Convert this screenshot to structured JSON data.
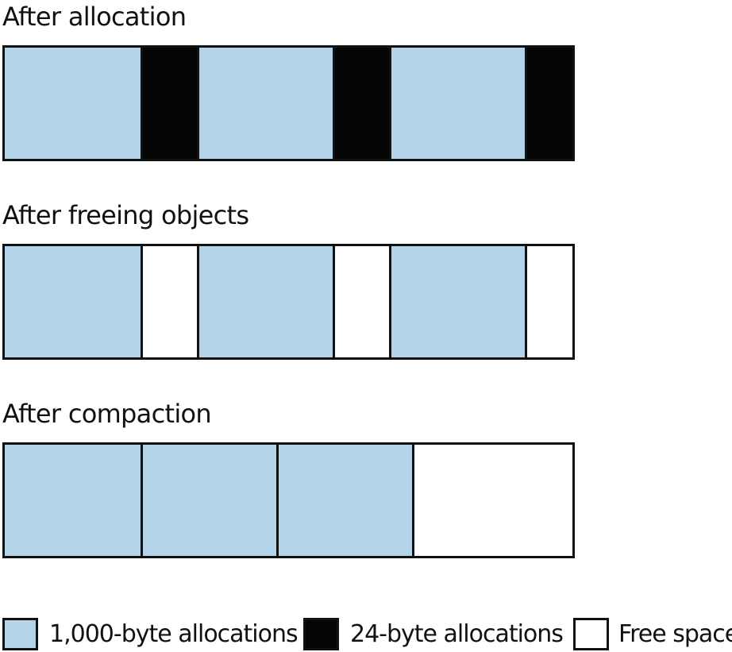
{
  "colors": {
    "allocation_1000": "#b3d4e9",
    "allocation_24": "#050505",
    "free": "#ffffff",
    "outline": "#111111"
  },
  "rows": [
    {
      "title": "After allocation",
      "segments": [
        "1000",
        "24",
        "1000",
        "24",
        "1000",
        "24"
      ]
    },
    {
      "title": "After freeing objects",
      "segments": [
        "1000",
        "free-small",
        "1000",
        "free-small",
        "1000",
        "free-small"
      ]
    },
    {
      "title": "After compaction",
      "segments": [
        "1000",
        "1000",
        "1000",
        "free-large"
      ]
    }
  ],
  "legend": {
    "allocation_1000": "1,000-byte allocations",
    "allocation_24": "24-byte allocations",
    "free": "Free space"
  }
}
